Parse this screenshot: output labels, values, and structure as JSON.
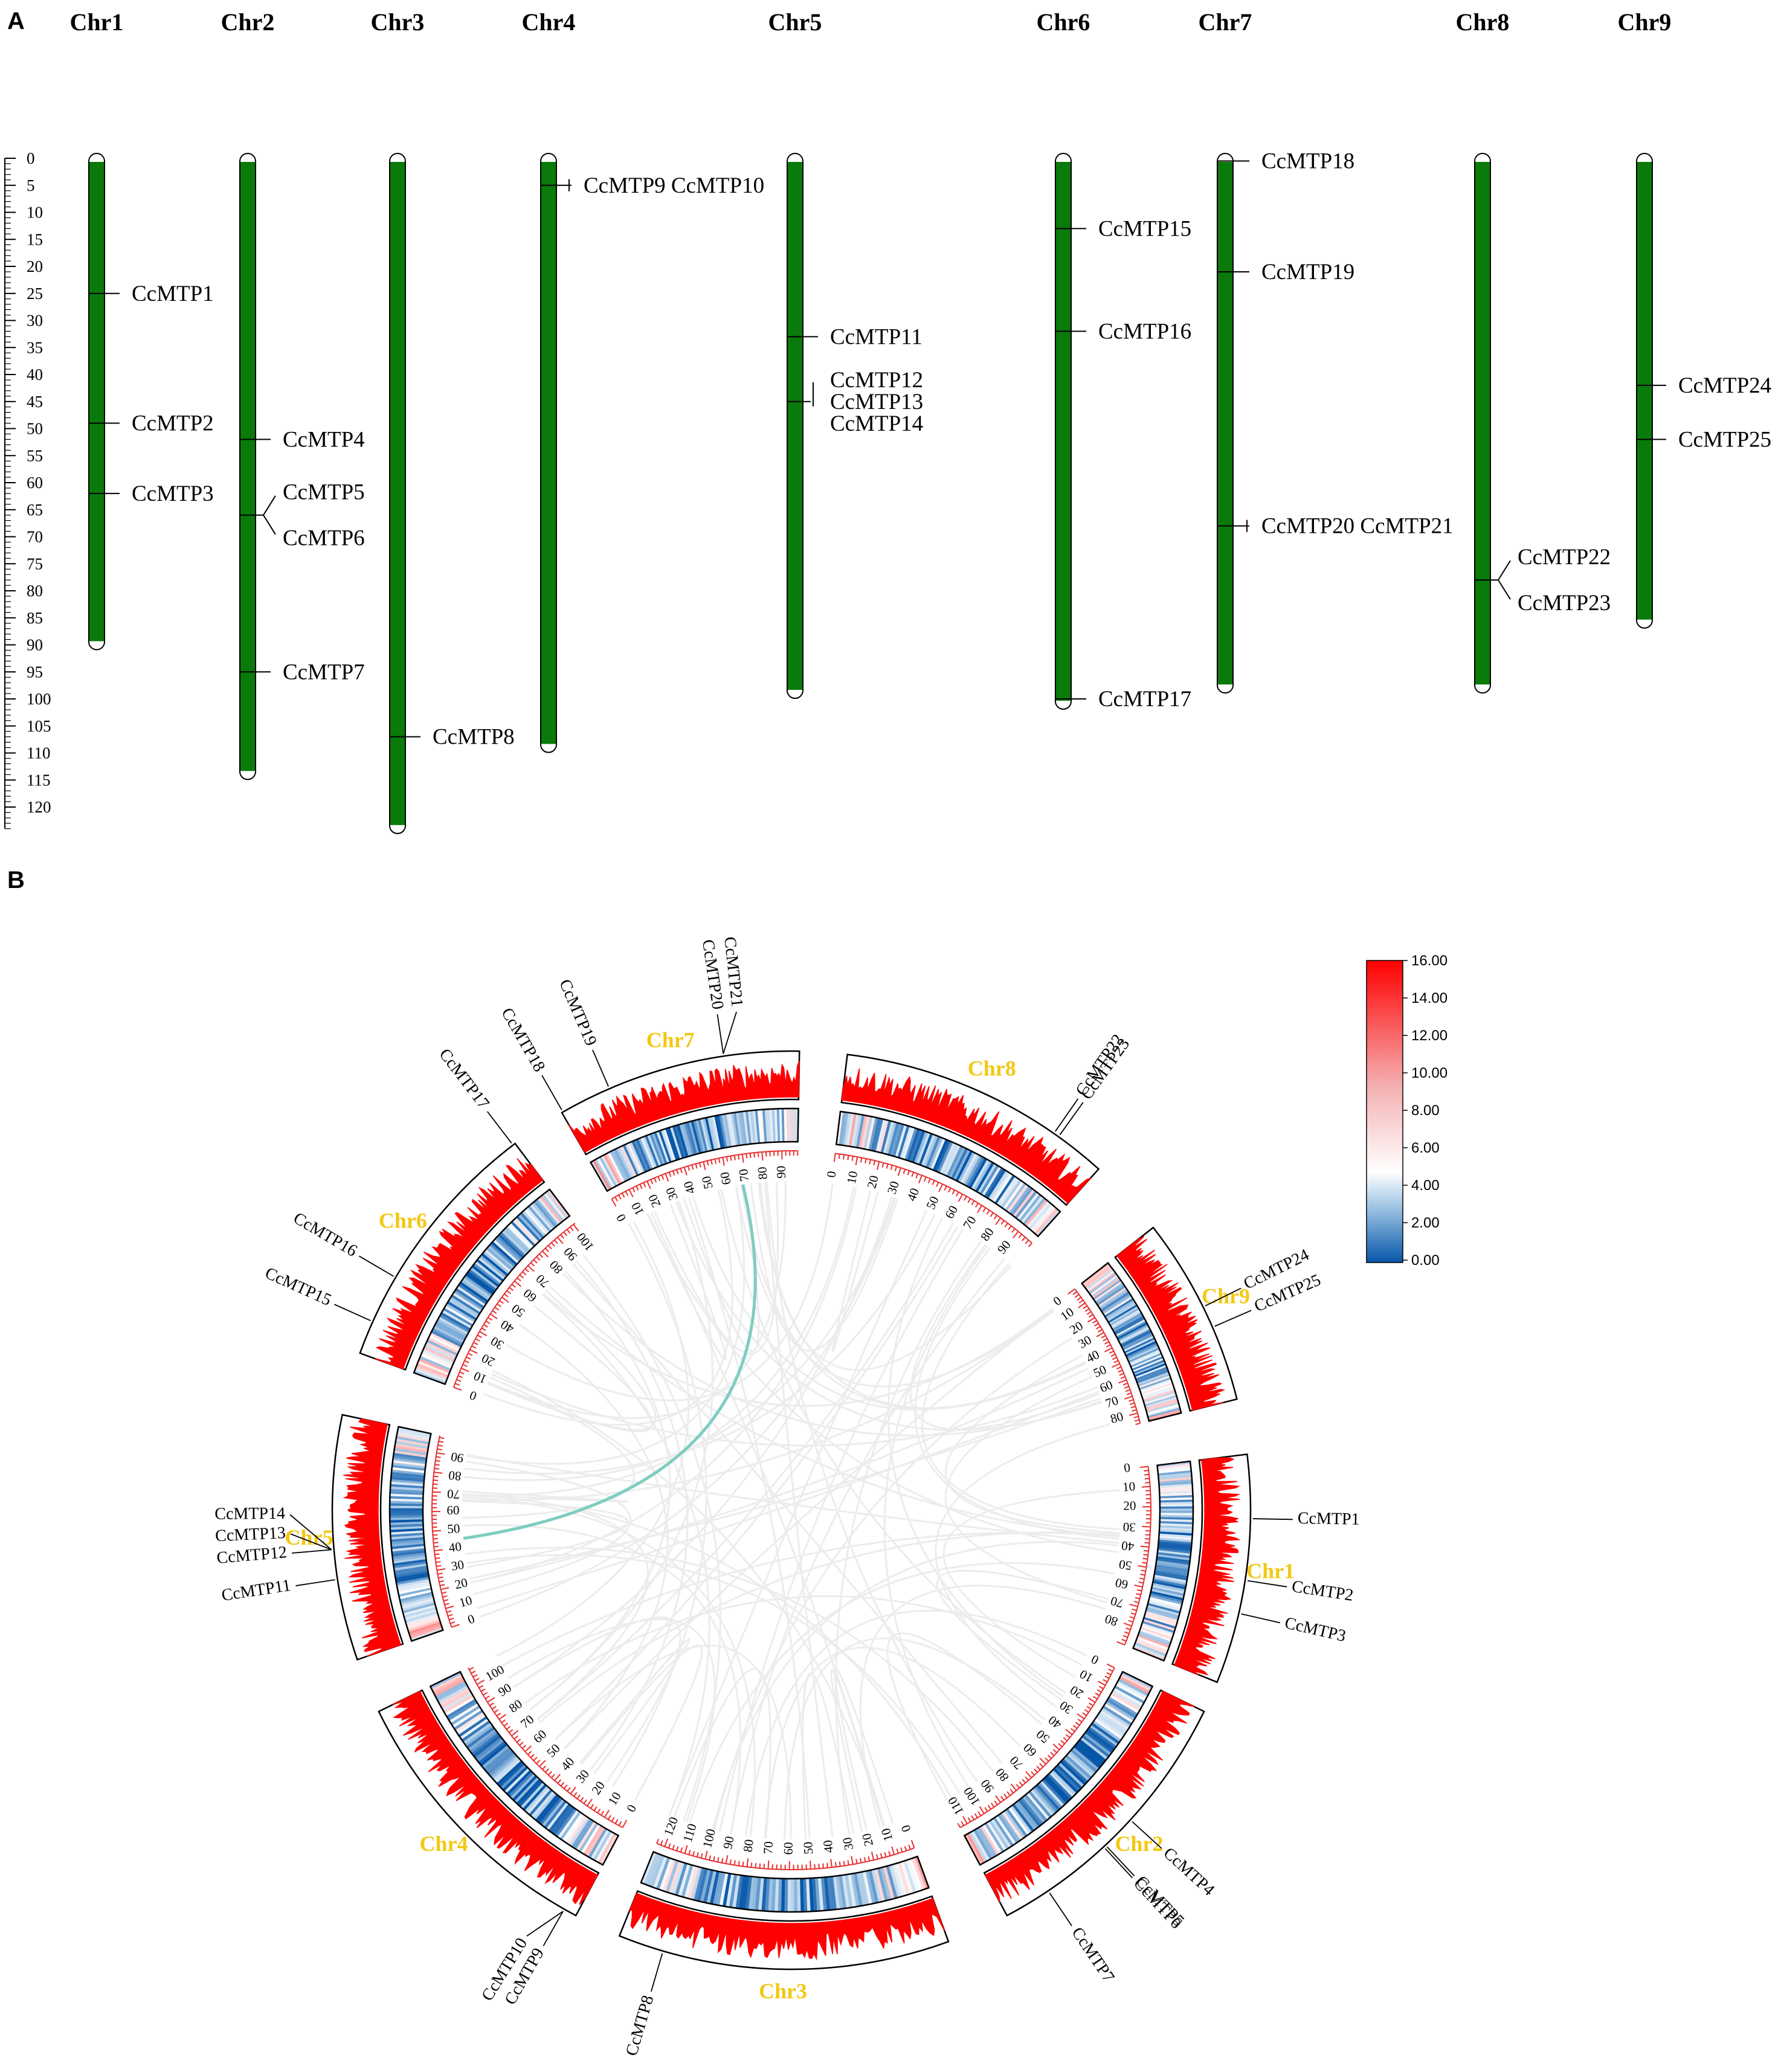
{
  "panel_a_label": "A",
  "panel_b_label": "B",
  "chart_data": [
    {
      "type": "chromosome-ideogram",
      "panel": "A",
      "scale_ticks": [
        0,
        5,
        10,
        15,
        20,
        25,
        30,
        35,
        40,
        45,
        50,
        55,
        60,
        65,
        70,
        75,
        80,
        85,
        90,
        95,
        100,
        105,
        110,
        115,
        120
      ],
      "colors": {
        "chromosome": "#0a7a0a",
        "outline": "#000000"
      },
      "chromosomes": [
        {
          "name": "Chr1",
          "length": 90,
          "genes": [
            {
              "name": "CcMTP1",
              "pos": 25
            },
            {
              "name": "CcMTP2",
              "pos": 49
            },
            {
              "name": "CcMTP3",
              "pos": 62
            }
          ]
        },
        {
          "name": "Chr2",
          "length": 114,
          "genes": [
            {
              "name": "CcMTP4",
              "pos": 52
            },
            {
              "name": "CcMTP5",
              "pos": 66
            },
            {
              "name": "CcMTP6",
              "pos": 67
            },
            {
              "name": "CcMTP7",
              "pos": 95
            }
          ]
        },
        {
          "name": "Chr3",
          "length": 124,
          "genes": [
            {
              "name": "CcMTP8",
              "pos": 107
            }
          ]
        },
        {
          "name": "Chr4",
          "length": 109,
          "genes": [
            {
              "name": "CcMTP9 CcMTP10",
              "pos": 5
            }
          ]
        },
        {
          "name": "Chr5",
          "length": 99,
          "genes": [
            {
              "name": "CcMTP11",
              "pos": 33
            },
            {
              "name": "CcMTP12",
              "pos": 45
            },
            {
              "name": "CcMTP13",
              "pos": 45
            },
            {
              "name": "CcMTP14",
              "pos": 45
            }
          ]
        },
        {
          "name": "Chr6",
          "length": 101,
          "genes": [
            {
              "name": "CcMTP15",
              "pos": 13
            },
            {
              "name": "CcMTP16",
              "pos": 32
            },
            {
              "name": "CcMTP17",
              "pos": 100
            }
          ]
        },
        {
          "name": "Chr7",
          "length": 98,
          "genes": [
            {
              "name": "CcMTP18",
              "pos": 0.5
            },
            {
              "name": "CcMTP19",
              "pos": 21
            },
            {
              "name": "CcMTP20 CcMTP21",
              "pos": 68
            }
          ]
        },
        {
          "name": "Chr8",
          "length": 98,
          "genes": [
            {
              "name": "CcMTP22",
              "pos": 78
            },
            {
              "name": "CcMTP23",
              "pos": 80
            }
          ]
        },
        {
          "name": "Chr9",
          "length": 86,
          "genes": [
            {
              "name": "CcMTP24",
              "pos": 42
            },
            {
              "name": "CcMTP25",
              "pos": 52
            }
          ]
        }
      ]
    },
    {
      "type": "circos",
      "panel": "B",
      "chromosomes": [
        {
          "name": "Chr1",
          "length": 90,
          "ticks": [
            0,
            10,
            20,
            30,
            40,
            50,
            60,
            70,
            80
          ]
        },
        {
          "name": "Chr2",
          "length": 114,
          "ticks": [
            0,
            10,
            20,
            30,
            40,
            50,
            60,
            70,
            80,
            90,
            100,
            110
          ]
        },
        {
          "name": "Chr3",
          "length": 124,
          "ticks": [
            0,
            10,
            20,
            30,
            40,
            50,
            60,
            70,
            80,
            90,
            100,
            110,
            120
          ]
        },
        {
          "name": "Chr4",
          "length": 109,
          "ticks": [
            0,
            10,
            20,
            30,
            40,
            50,
            60,
            70,
            80,
            90,
            100
          ]
        },
        {
          "name": "Chr5",
          "length": 99,
          "ticks": [
            0,
            10,
            20,
            30,
            40,
            50,
            60,
            70,
            80,
            90
          ]
        },
        {
          "name": "Chr6",
          "length": 101,
          "ticks": [
            0,
            10,
            20,
            30,
            40,
            50,
            60,
            70,
            80,
            90,
            100
          ]
        },
        {
          "name": "Chr7",
          "length": 98,
          "ticks": [
            0,
            10,
            20,
            30,
            40,
            50,
            60,
            70,
            80,
            90
          ]
        },
        {
          "name": "Chr8",
          "length": 98,
          "ticks": [
            0,
            10,
            20,
            30,
            40,
            50,
            60,
            70,
            80,
            90
          ]
        },
        {
          "name": "Chr9",
          "length": 86,
          "ticks": [
            0,
            10,
            20,
            30,
            40,
            50,
            60,
            70,
            80
          ]
        }
      ],
      "gene_labels": [
        {
          "name": "CcMTP1",
          "chr": "Chr1",
          "pos": 25
        },
        {
          "name": "CcMTP2",
          "chr": "Chr1",
          "pos": 49
        },
        {
          "name": "CcMTP3",
          "chr": "Chr1",
          "pos": 62
        },
        {
          "name": "CcMTP4",
          "chr": "Chr2",
          "pos": 52
        },
        {
          "name": "CcMTP5",
          "chr": "Chr2",
          "pos": 66
        },
        {
          "name": "CcMTP6",
          "chr": "Chr2",
          "pos": 67
        },
        {
          "name": "CcMTP7",
          "chr": "Chr2",
          "pos": 95
        },
        {
          "name": "CcMTP8",
          "chr": "Chr3",
          "pos": 107
        },
        {
          "name": "CcMTP9",
          "chr": "Chr4",
          "pos": 5
        },
        {
          "name": "CcMTP10",
          "chr": "Chr4",
          "pos": 5
        },
        {
          "name": "CcMTP11",
          "chr": "Chr5",
          "pos": 33
        },
        {
          "name": "CcMTP12",
          "chr": "Chr5",
          "pos": 45,
          "highlight": true
        },
        {
          "name": "CcMTP13",
          "chr": "Chr5",
          "pos": 45
        },
        {
          "name": "CcMTP14",
          "chr": "Chr5",
          "pos": 45
        },
        {
          "name": "CcMTP15",
          "chr": "Chr6",
          "pos": 13
        },
        {
          "name": "CcMTP16",
          "chr": "Chr6",
          "pos": 32
        },
        {
          "name": "CcMTP17",
          "chr": "Chr6",
          "pos": 100
        },
        {
          "name": "CcMTP18",
          "chr": "Chr7",
          "pos": 0.5
        },
        {
          "name": "CcMTP19",
          "chr": "Chr7",
          "pos": 21
        },
        {
          "name": "CcMTP20",
          "chr": "Chr7",
          "pos": 68,
          "highlight": true
        },
        {
          "name": "CcMTP21",
          "chr": "Chr7",
          "pos": 68
        },
        {
          "name": "CcMTP22",
          "chr": "Chr8",
          "pos": 78
        },
        {
          "name": "CcMTP23",
          "chr": "Chr8",
          "pos": 80
        },
        {
          "name": "CcMTP24",
          "chr": "Chr9",
          "pos": 42
        },
        {
          "name": "CcMTP25",
          "chr": "Chr9",
          "pos": 52
        }
      ],
      "highlighted_link": {
        "from": {
          "chr": "Chr5",
          "pos": 45
        },
        "to": {
          "chr": "Chr7",
          "pos": 68
        },
        "color": "#7ecdc0"
      },
      "colors": {
        "density_line": "#ff0000",
        "tick": "#e83030",
        "gene_highlight": "#e8322f",
        "chr_label": "#f2c811",
        "background_link": "#ececec"
      },
      "legend": {
        "min": 0,
        "max": 16,
        "labels": [
          "16.00",
          "14.00",
          "12.00",
          "10.00",
          "8.00",
          "6.00",
          "4.00",
          "2.00",
          "0.00"
        ],
        "colors": [
          "#ff0000",
          "#ffffff",
          "#0656a8"
        ]
      }
    }
  ]
}
